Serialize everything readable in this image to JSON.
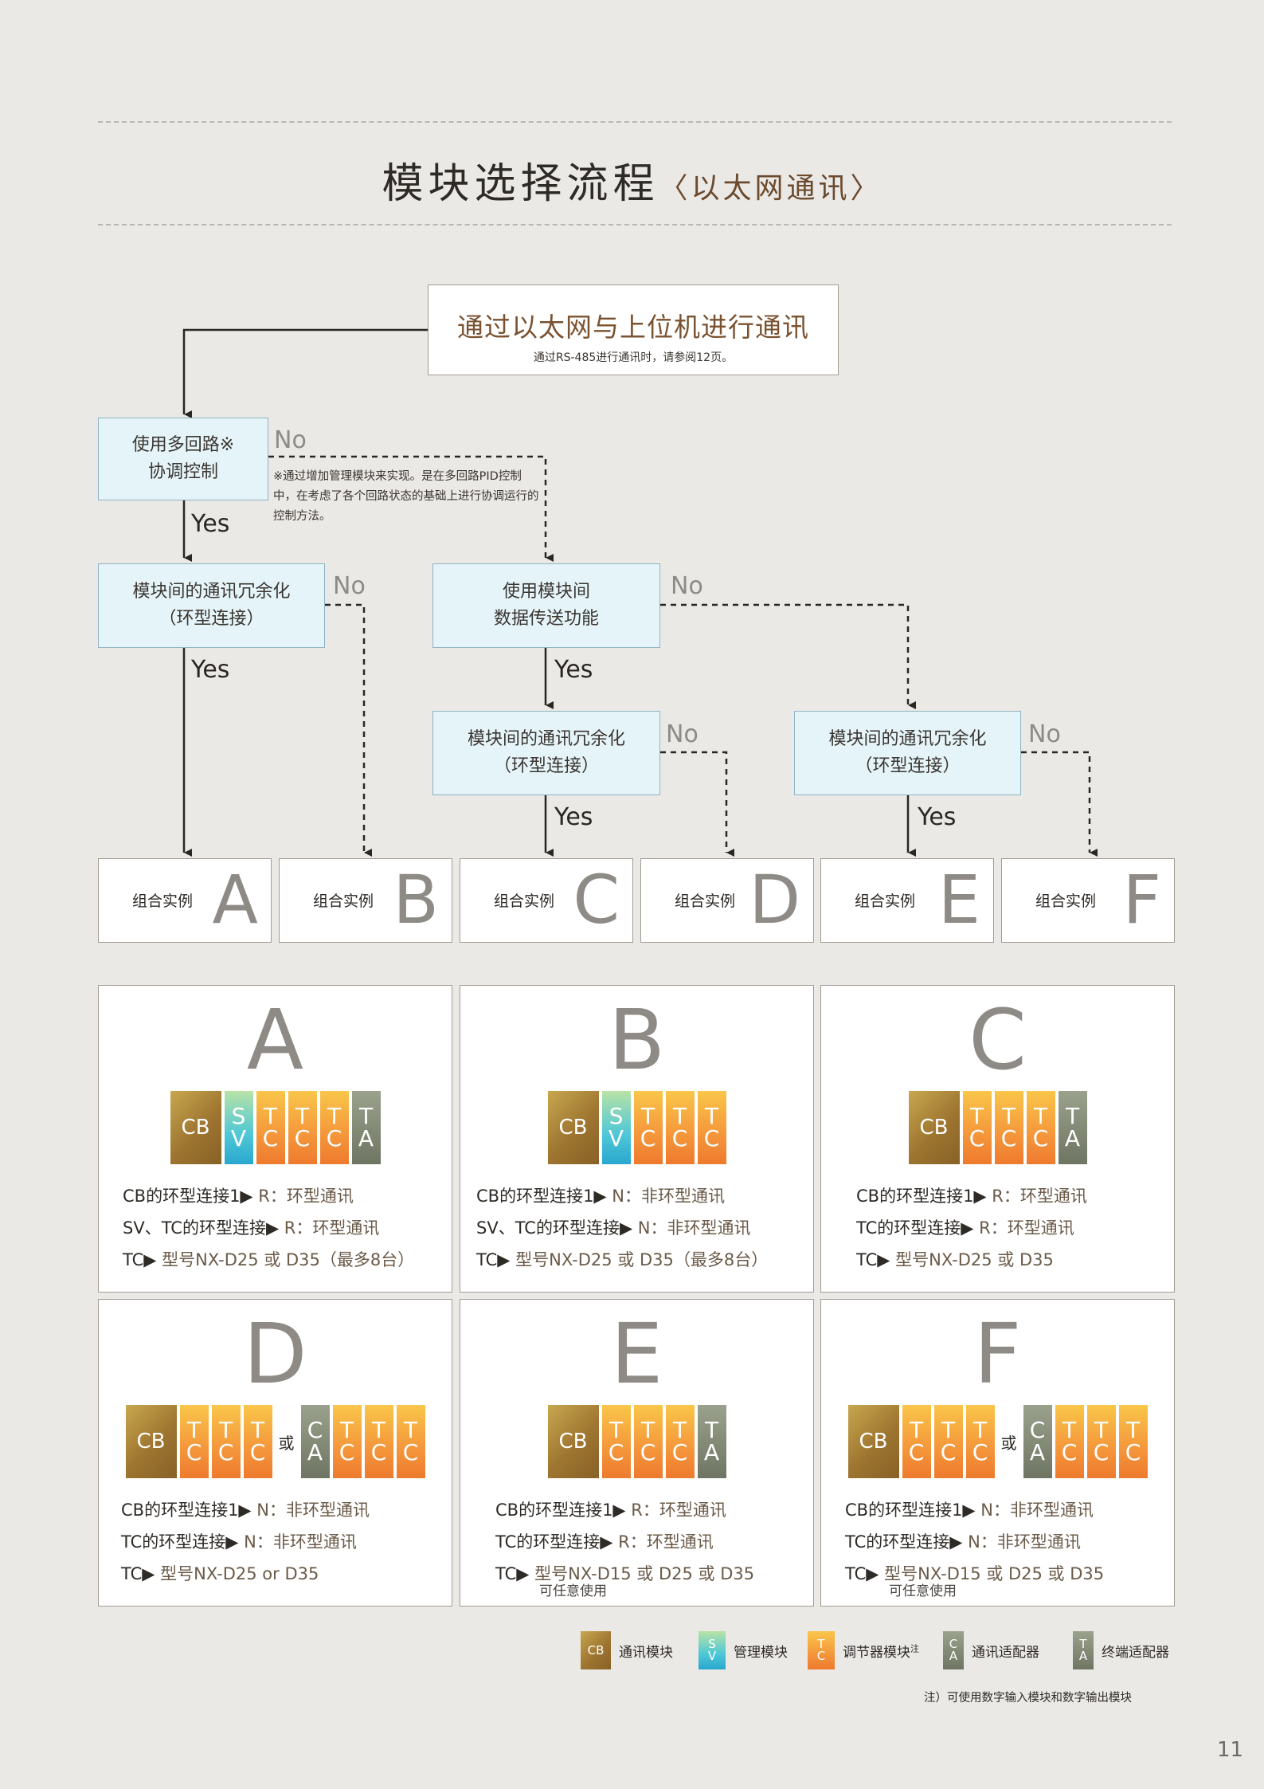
{
  "header": {
    "title": "模块选择流程",
    "subtitle": "〈以太网通讯〉"
  },
  "flow": {
    "top_box": {
      "title": "通过以太网与上位机进行通讯",
      "note": "通过RS-485进行通讯时，请参阅12页。"
    },
    "decision_multiloop": {
      "line1": "使用多回路※",
      "line2": "协调控制"
    },
    "multiloop_note": "※通过增加管理模块来实现。是在多回路PID控制中，在考虑了各个回路状态的基础上进行协调运行的控制方法。",
    "decision_redundancy": {
      "line1": "模块间的通讯冗余化",
      "line2": "（环型连接）"
    },
    "decision_datatransfer": {
      "line1": "使用模块间",
      "line2": "数据传送功能"
    },
    "yes_label": "Yes",
    "no_label": "No",
    "example_label": "组合实例",
    "examples": [
      "A",
      "B",
      "C",
      "D",
      "E",
      "F"
    ]
  },
  "panels": [
    {
      "letter": "A",
      "lines": [
        {
          "key": "CB的环型连接1▶",
          "val": "R：环型通讯"
        },
        {
          "key": "SV、TC的环型连接▶",
          "val": "R：环型通讯"
        },
        {
          "key": "TC▶",
          "val": "型号NX-D25 或 D35（最多8台）"
        }
      ]
    },
    {
      "letter": "B",
      "lines": [
        {
          "key": "CB的环型连接1▶",
          "val": "N：非环型通讯"
        },
        {
          "key": "SV、TC的环型连接▶",
          "val": "N：非环型通讯"
        },
        {
          "key": "TC▶",
          "val": "型号NX-D25 或 D35（最多8台）"
        }
      ]
    },
    {
      "letter": "C",
      "lines": [
        {
          "key": "CB的环型连接1▶",
          "val": "R：环型通讯"
        },
        {
          "key": "TC的环型连接▶",
          "val": "R：环型通讯"
        },
        {
          "key": "TC▶",
          "val": "型号NX-D25 或 D35"
        }
      ]
    },
    {
      "letter": "D",
      "or": "或",
      "lines": [
        {
          "key": "CB的环型连接1▶",
          "val": "N：非环型通讯"
        },
        {
          "key": "TC的环型连接▶",
          "val": "N：非环型通讯"
        },
        {
          "key": "TC▶",
          "val": "型号NX-D25 or D35"
        }
      ]
    },
    {
      "letter": "E",
      "lines": [
        {
          "key": "CB的环型连接1▶",
          "val": "R：环型通讯"
        },
        {
          "key": "TC的环型连接▶",
          "val": "R：环型通讯"
        },
        {
          "key": "TC▶",
          "val": "型号NX-D15 或 D25 或 D35",
          "sub": "可任意使用"
        }
      ]
    },
    {
      "letter": "F",
      "or": "或",
      "lines": [
        {
          "key": "CB的环型连接1▶",
          "val": "N：非环型通讯"
        },
        {
          "key": "TC的环型连接▶",
          "val": "N：非环型通讯"
        },
        {
          "key": "TC▶",
          "val": "型号NX-D15 或 D25 或 D35",
          "sub": "可任意使用"
        }
      ]
    }
  ],
  "modules": {
    "cb": "CB",
    "sv": [
      "S",
      "V"
    ],
    "tc": [
      "T",
      "C"
    ],
    "ta": [
      "T",
      "A"
    ],
    "ca": [
      "C",
      "A"
    ]
  },
  "legend": [
    {
      "code": "CB",
      "label": "通讯模块"
    },
    {
      "code": "SV",
      "label": "管理模块"
    },
    {
      "code": "TC",
      "label": "调节器模块",
      "sup": "注"
    },
    {
      "code": "CA",
      "label": "通讯适配器"
    },
    {
      "code": "TA",
      "label": "终端适配器"
    }
  ],
  "footnote": "注）可使用数字输入模块和数字输出模块",
  "page_number": "11",
  "colors": {
    "decision_fill": "#e5f4f8",
    "accent_brown": "#7a5230",
    "tc_orange": "#f59a3c",
    "sv_cyan": "#4ec7d6",
    "ta_gray": "#6e7562"
  }
}
